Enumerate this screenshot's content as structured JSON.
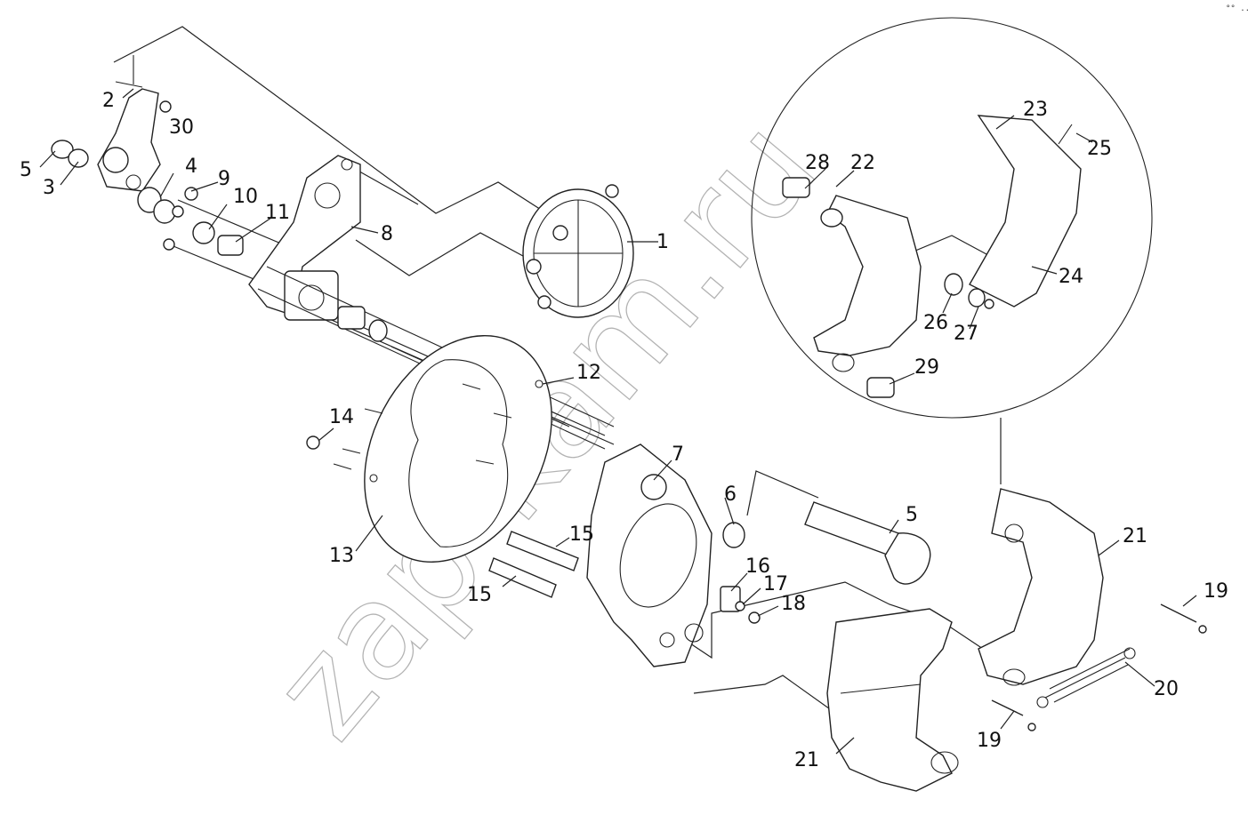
{
  "watermark": "zap-kam.ru",
  "corner_mark": "°° ...",
  "labels": {
    "l1": "1",
    "l2": "2",
    "l3": "3",
    "l4": "4",
    "l5a": "5",
    "l5b": "5",
    "l6": "6",
    "l7": "7",
    "l8": "8",
    "l9": "9",
    "l10": "10",
    "l11": "11",
    "l12": "12",
    "l13": "13",
    "l14": "14",
    "l15a": "15",
    "l15b": "15",
    "l16": "16",
    "l17": "17",
    "l18": "18",
    "l19a": "19",
    "l19b": "19",
    "l20": "20",
    "l21a": "21",
    "l21b": "21",
    "l22": "22",
    "l23": "23",
    "l24": "24",
    "l25": "25",
    "l26": "26",
    "l27": "27",
    "l28": "28",
    "l29": "29",
    "l30": "30"
  }
}
